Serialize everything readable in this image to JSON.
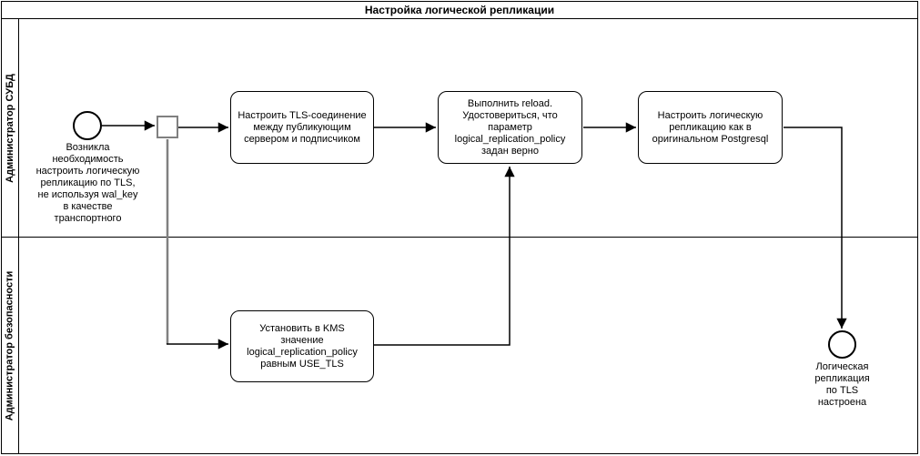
{
  "diagram": {
    "title": "Настройка логической репликации",
    "lanes": [
      {
        "label": "Администратор СУБД"
      },
      {
        "label": "Администратор безопасности"
      }
    ],
    "start_event": {
      "label": "Возникла\nнеобходимость\nнастроить логическую\nрепликацию по TLS,\nне используя wal_key\nв качестве\nтранспортного"
    },
    "tasks": {
      "tls": "Настроить TLS-соединение\nмежду публикующим\nсервером и подписчиком",
      "reload": "Выполнить reload.\nУдостовериться, что\nпараметр\nlogical_replication_policy\nзадан верно",
      "logical": "Настроить логическую\nрепликацию как в\nоригинальном Postgresql",
      "kms": "Установить в KMS\nзначение\nlogical_replication_policy\nравным USE_TLS"
    },
    "end_event": {
      "label": "Логическая\nрепликация\nпо TLS\nнастроена"
    },
    "colors": {
      "stroke": "#000000",
      "gateway_stroke": "#808080",
      "background": "#ffffff"
    }
  }
}
